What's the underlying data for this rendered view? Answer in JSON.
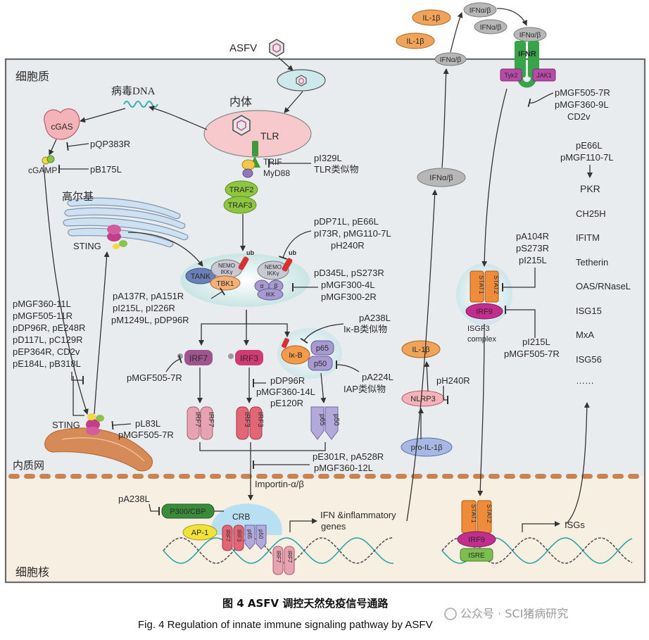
{
  "regions": {
    "cytoplasm": "细胞质",
    "nucleus": "细胞核",
    "er": "内质网",
    "golgi": "高尔基",
    "endosome": "内体"
  },
  "virus": "ASFV",
  "viral_dna": "病毒DNA",
  "nodes": {
    "cgas": "cGAS",
    "cgamp": "cGAMP",
    "sting_golgi": "STING",
    "sting_er": "STING",
    "tlr": "TLR",
    "trif": "TRIF",
    "myd88": "MyD88",
    "traf2": "TRAF2",
    "traf3": "TRAF3",
    "tank": "TANK",
    "nemo1": "NEMO",
    "ikkg1": "IKKγ",
    "tbk1": "TBK1",
    "nemo2": "NEMO",
    "ikkg2": "IKKγ",
    "alpha": "α",
    "beta": "β",
    "ikk": "IKK",
    "ub1": "ub",
    "ub2": "ub",
    "irf7": "IRF7",
    "irf3": "IRF3",
    "ikb": "Iκ-B",
    "p65": "p65",
    "p50": "p50",
    "irf7_dimer": "IRF7",
    "irf3_dimer": "IRF3",
    "importin": "Importin-α/β",
    "p300": "P300/CBP",
    "crb": "CRB",
    "ap1": "AP-1",
    "ifn_genes": "IFN &inflammatory genes",
    "il1b_1": "IL-1β",
    "il1b_2": "IL-1β",
    "il1b_3": "IL-1β",
    "ifnab_top1": "IFNα/β",
    "ifnab_top2": "IFNα/β",
    "ifnab_top3": "IFNα/β",
    "ifnab_mid": "IFNα/β",
    "ifnab_cyto": "IFNα/β",
    "ifnr": "IFNR",
    "tyk2": "Tyk2",
    "jak1": "JAK1",
    "nlrp3": "NLRP3",
    "pro_il1b": "pro-IL-1β",
    "stat1": "STAT1",
    "stat2": "STAT2",
    "irf9": "IRF9",
    "isgf3": "ISGF3",
    "complex": "complex",
    "stat1_n": "STAT1",
    "stat2_n": "STAT2",
    "irf9_n": "IRF9",
    "isre": "ISRE",
    "isgs": "ISGs"
  },
  "inhibitors": {
    "qp383r": "pQP383R",
    "b175l": "pB175L",
    "i329l": "pI329L",
    "tlr_like": "TLR类似物",
    "dp71l": [
      "pDP71L, pE66L",
      "pI73R, pMG110-7L",
      "pH240R"
    ],
    "d345l": [
      "pD345L, pS273R",
      "pMGF300-4L",
      "pMGF300-2R"
    ],
    "a137r": [
      "pA137R, pA151R",
      "pI215L, pI226R",
      "pM1249L, pDP96R"
    ],
    "sting_inh": [
      "pMGF360-11L",
      "pMGF505-11R",
      "pDP96R, pE248R",
      "pD117L, pC129R",
      "pEP364R, CD2v",
      "pE184L, pB318L"
    ],
    "mgf505_7r_irf7": "pMGF505-7R",
    "a238l_ikb": [
      "pA238L",
      "Iκ-B类似物"
    ],
    "a224l": [
      "pA224L",
      "IAP类似物"
    ],
    "dp96r": [
      "pDP96R",
      "pMGF360-14L",
      "pE120R"
    ],
    "l83l": [
      "pL83L",
      "pMGF505-7R"
    ],
    "e301r": [
      "pE301R, pA528R",
      "pMGF360-12L"
    ],
    "a238l_p300": "pA238L",
    "h240r": "pH240R",
    "jak_inh": [
      "pMGF505-7R",
      "pMGF360-9L",
      "CD2v"
    ],
    "stat_inh": [
      "pA104R",
      "pS273R",
      "pI215L"
    ],
    "irf9_inh": [
      "pI215L",
      "pMGF505-7R"
    ],
    "pkr_inh": [
      "pE66L",
      "pMGF110-7L"
    ]
  },
  "isg_list": [
    "PKR",
    "CH25H",
    "IFITM",
    "Tetherin",
    "OAS/RNaseL",
    "ISG15",
    "MxA",
    "ISG56",
    "……"
  ],
  "caption": {
    "cn": "图 4   ASFV 调控天然免疫信号通路",
    "en": "Fig. 4    Regulation of innate immune signaling pathway by ASFV"
  },
  "watermark": "公众号 · SCI猪病研究",
  "colors": {
    "cytoplasm_bg": "#e9ecee",
    "nucleus_bg": "#f8efe3",
    "membrane": "#c98350",
    "cgas": "#f4b2b9",
    "tlr": "#f7c8cc",
    "traf": "#8fc63f",
    "irf7": "#a0548f",
    "irf3": "#d23a74",
    "nfkb": "#a79ad0",
    "il1b": "#f0a35a",
    "ifn_grey": "#b7b7b7",
    "stat": "#ee8c3b",
    "irf9": "#c22d8e",
    "green_receptor": "#37a44a"
  }
}
